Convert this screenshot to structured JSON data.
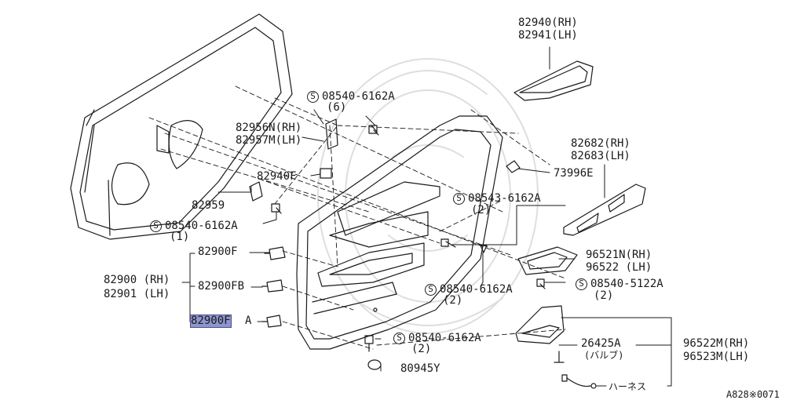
{
  "diagram_id": "A828※0071",
  "screw_glyph": "S",
  "labels": {
    "p82940": "82940(RH)",
    "p82941": "82941(LH)",
    "s6162_top": "08540-6162A",
    "s6162_top_qty": "(6)",
    "p82956": "82956N(RH)",
    "p82957": "82957M(LH)",
    "p82682": "82682(RH)",
    "p82683": "82683(LH)",
    "p73996": "73996E",
    "p82940f": "82940F",
    "p82959": "82959",
    "s6162_left": "08540-6162A",
    "s6162_left_qty": "(1)",
    "s08543": "08543-6162A",
    "s08543_qty": "(2)",
    "p82900f": "82900F",
    "p82900": "82900 (RH)",
    "p82901": "82901 (LH)",
    "p82900fb": "82900FB",
    "p82900fa_a": "82900F",
    "p82900fa_b": "A",
    "p96521": "96521N(RH)",
    "p96522": "96522 (LH)",
    "s6162_mid": "08540-6162A",
    "s6162_mid_qty": "(2)",
    "s5122": "08540-5122A",
    "s5122_qty": "(2)",
    "p26425": "26425A",
    "p26425_note": "(バルブ)",
    "p96522m": "96522M(RH)",
    "p96523m": "96523M(LH)",
    "s6162_bot": "08540-6162A",
    "s6162_bot_qty": "(2)",
    "p80945": "80945Y",
    "harness": "ハーネス"
  }
}
